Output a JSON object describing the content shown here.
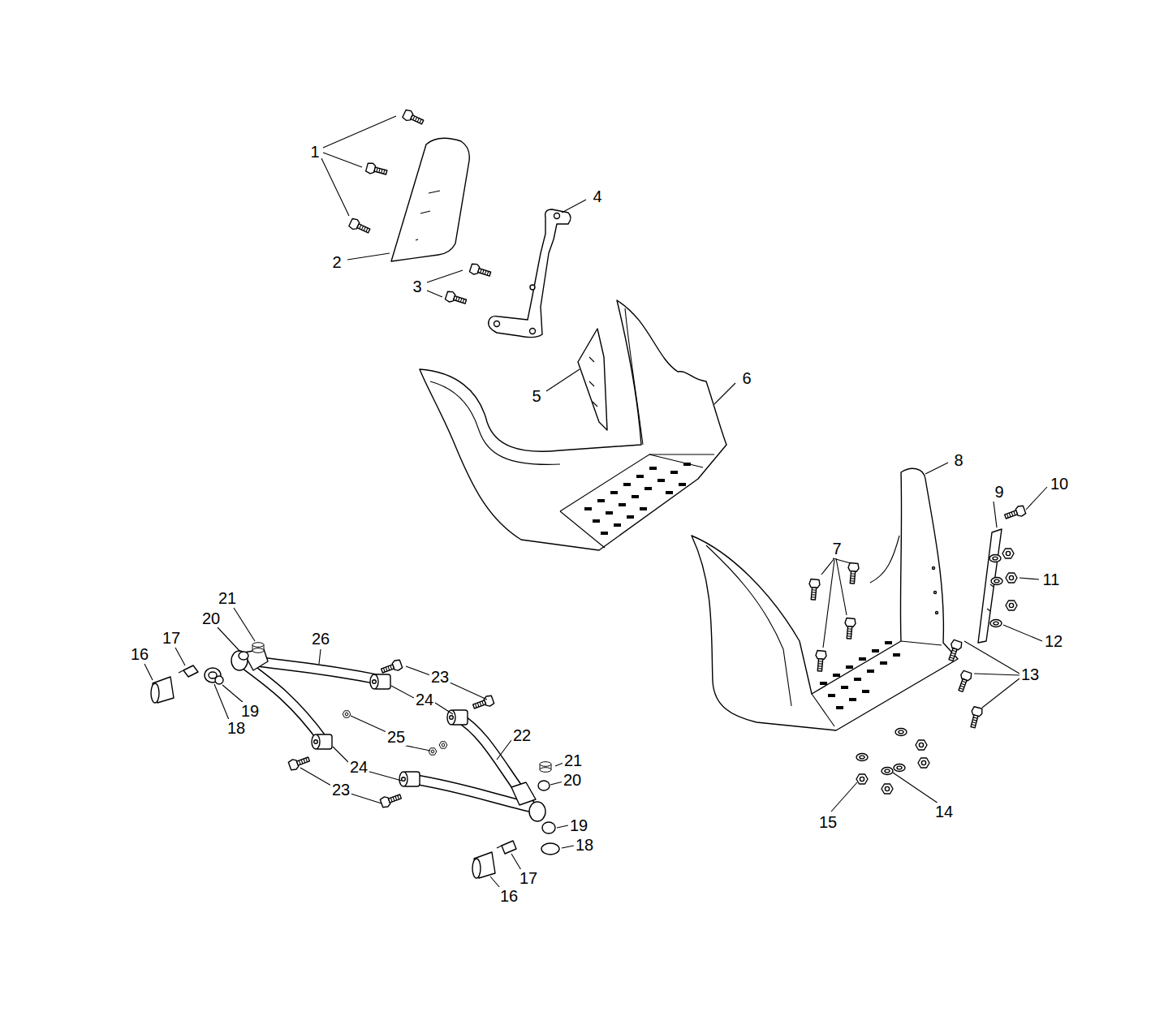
{
  "diagram": {
    "labels": [
      "1",
      "2",
      "3",
      "4",
      "5",
      "6",
      "7",
      "8",
      "9",
      "10",
      "11",
      "12",
      "13",
      "14",
      "15",
      "21",
      "20",
      "17",
      "16",
      "26",
      "23",
      "24",
      "19",
      "18",
      "25",
      "22",
      "21",
      "24",
      "20",
      "23",
      "19",
      "18",
      "17",
      "16"
    ]
  }
}
